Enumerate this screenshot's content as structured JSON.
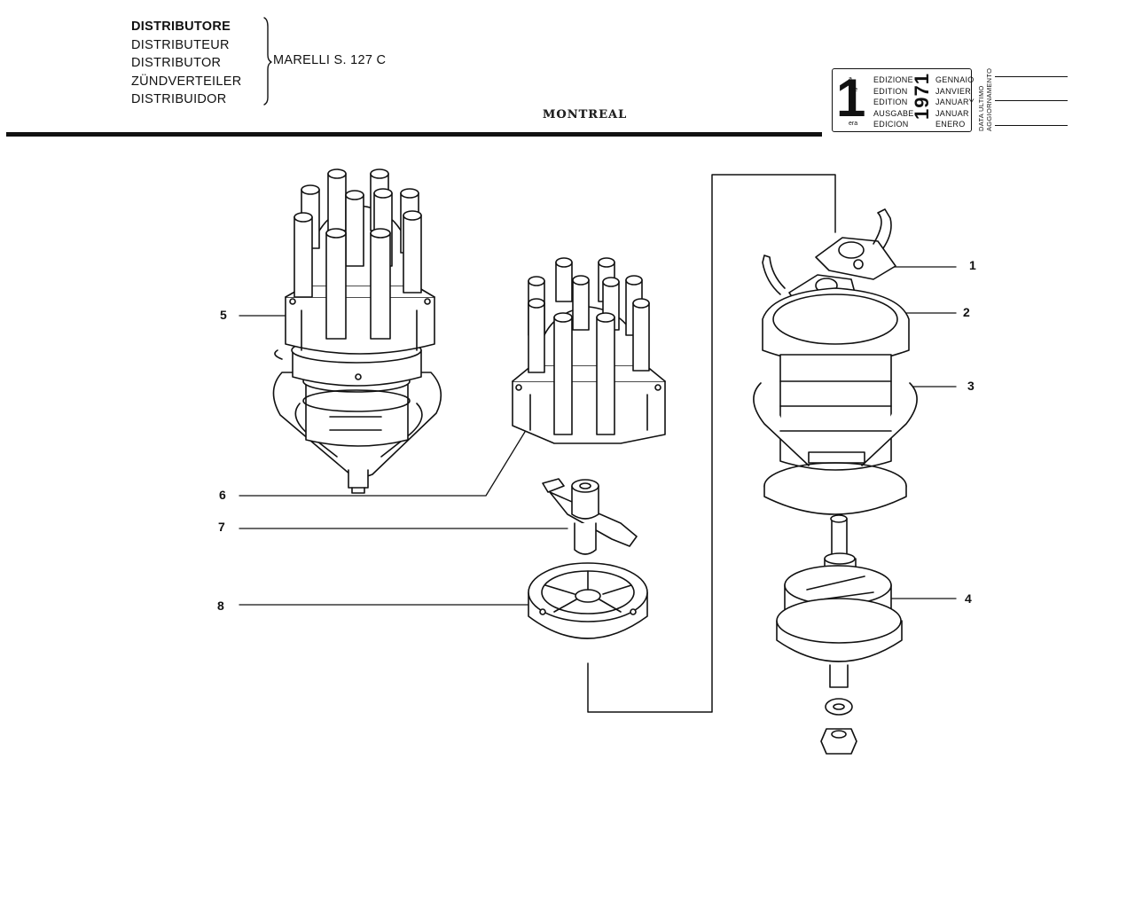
{
  "header": {
    "titles": [
      "DISTRIBUTORE",
      "DISTRIBUTEUR",
      "DISTRIBUTOR",
      "ZÜNDVERTEILER",
      "DISTRIBUIDOR"
    ],
    "model": "MARELLI S. 127 C",
    "brand": "MONTREAL"
  },
  "edition_box": {
    "number": "1",
    "suffixes": [
      "a",
      "ere",
      "st",
      ".",
      "era"
    ],
    "words": [
      "EDIZIONE",
      "EDITION",
      "EDITION",
      "AUSGABE",
      "EDICION"
    ],
    "months": [
      "GENNAIO",
      "JANVIER",
      "JANUARY",
      "JANUAR",
      "ENERO"
    ],
    "year": "1971",
    "last_update_label": [
      "DATA ULTIMO",
      "AGGIORNAMENTO"
    ]
  },
  "callouts": [
    "1",
    "2",
    "3",
    "4",
    "5",
    "6",
    "7",
    "8"
  ]
}
